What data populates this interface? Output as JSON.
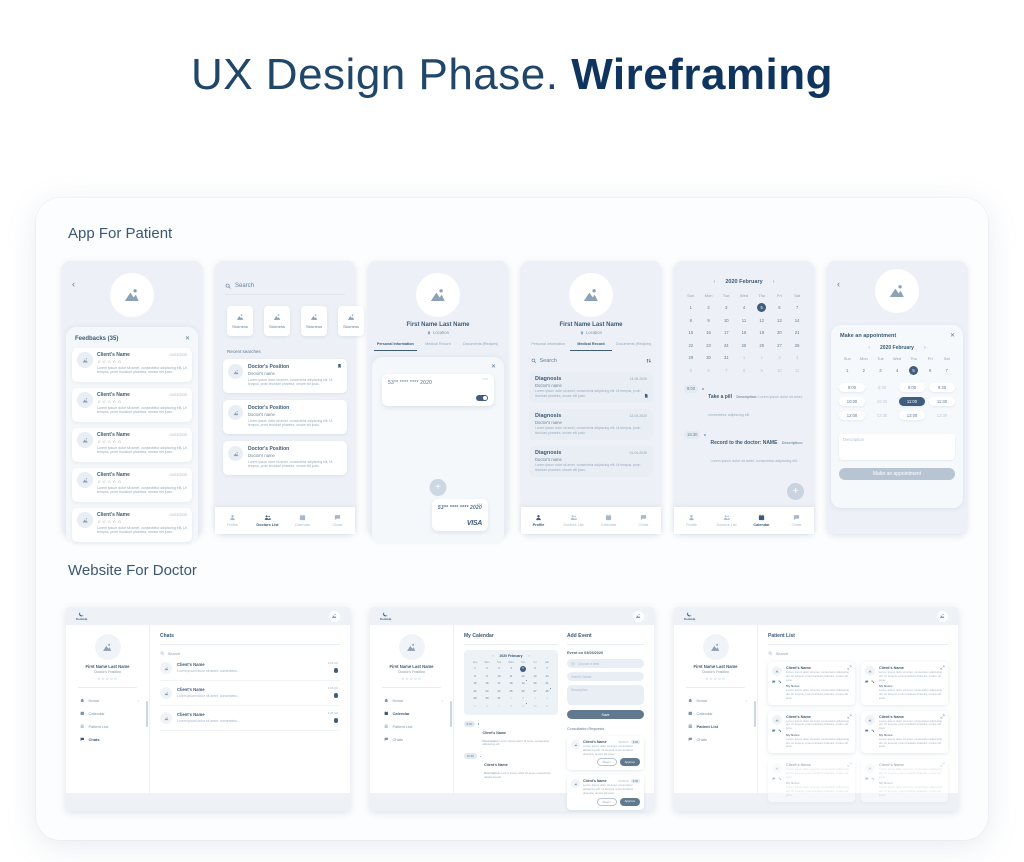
{
  "page": {
    "title_regular": "UX Design Phase.",
    "title_bold": "Wireframing",
    "section_app": "App For Patient",
    "section_web": "Website For Doctor"
  },
  "glyphs": {
    "back": "‹",
    "prev": "‹",
    "next": "›",
    "close": "✕",
    "more": "⋯",
    "plus": "+",
    "chev": "›"
  },
  "common": {
    "search": "Search",
    "stars": "☆☆☆☆☆"
  },
  "phones": {
    "feedbacks": {
      "title": "Feedbacks (35)",
      "items": [
        {
          "name": "Client's Name",
          "date": "01/01/2020",
          "stars": "☆☆☆☆☆",
          "text": "Lorem ipsum dolor sit amet, consectetur adipiscing elit. Ut tempus, proin tincidunt pharetra, ornare elit justo."
        },
        {
          "name": "Client's Name",
          "date": "01/01/2020",
          "stars": "☆☆☆☆☆",
          "text": "Lorem ipsum dolor sit amet, consectetur adipiscing elit. Ut tempus, proin tincidunt pharetra, ornare elit justo."
        },
        {
          "name": "Client's Name",
          "date": "01/01/2020",
          "stars": "☆☆☆☆☆",
          "text": "Lorem ipsum dolor sit amet, consectetur adipiscing elit. Ut tempus, proin tincidunt pharetra, ornare elit justo."
        },
        {
          "name": "Client's Name",
          "date": "01/01/2020",
          "stars": "☆☆☆☆☆",
          "text": "Lorem ipsum dolor sit amet, consectetur adipiscing elit. Ut tempus, proin tincidunt pharetra, ornare elit justo."
        },
        {
          "name": "Client's Name",
          "date": "01/01/2020",
          "stars": "☆☆☆☆☆",
          "text": "Lorem ipsum dolor sit amet, consectetur adipiscing elit. Ut tempus, proin tincidunt pharetra, ornare elit justo."
        }
      ]
    },
    "search": {
      "placeholder": "Search",
      "categories": [
        {
          "label": "Sickness"
        },
        {
          "label": "Sickness"
        },
        {
          "label": "Sickness"
        },
        {
          "label": "Sickness"
        }
      ],
      "recent_label": "Recent searches",
      "results": [
        {
          "position": "Doctor's Position",
          "name": "Doctor's name",
          "text": "Lorem ipsum dolor sit amet, consectetur adipiscing elit. Ut tempus, proin tincidunt pharetra, ornare elit justo.",
          "s": "bm"
        },
        {
          "position": "Doctor's Position",
          "name": "Doctor's name",
          "text": "Lorem ipsum dolor sit amet, consectetur adipiscing elit. Ut tempus, proin tincidunt pharetra, ornare elit justo."
        },
        {
          "position": "Doctor's Position",
          "name": "Doctor's name",
          "text": "Lorem ipsum dolor sit amet, consectetur adipiscing elit. Ut tempus, proin tincidunt pharetra, ornare elit justo."
        }
      ],
      "tabbar": [
        {
          "label": "Profile",
          "icon": "person"
        },
        {
          "label": "Doctors List",
          "icon": "people",
          "s": "on"
        },
        {
          "label": "Calendar",
          "icon": "calendar"
        },
        {
          "label": "Chats",
          "icon": "chat"
        }
      ]
    },
    "payment": {
      "user": "First Name Last Name",
      "location": "Location",
      "tabs": [
        {
          "label": "Personal Information",
          "s": "on"
        },
        {
          "label": "Medical Record"
        },
        {
          "label": "Documents (Recipes)"
        }
      ],
      "cards": [
        {
          "number": "53** **** **** 2020",
          "menu": "⋯",
          "s": "tgl"
        },
        {
          "number": "53** **** **** 2020",
          "menu": "⋯",
          "brand": "VISA",
          "s": "visa"
        }
      ]
    },
    "medical": {
      "user": "First Name Last Name",
      "location": "Location",
      "tabs": [
        {
          "label": "Personal Information"
        },
        {
          "label": "Medical Record",
          "s": "on"
        },
        {
          "label": "Documents (Recipes)"
        }
      ],
      "search_placeholder": "Search",
      "records": [
        {
          "title": "Diagnosis",
          "date": "13.05.2020",
          "doctor": "Doctor's name",
          "text": "Lorem ipsum dolor sit amet, consectetur adipiscing elit. Ut tempus, proin tincidunt pharetra, ornare elit justo.",
          "s": "doc"
        },
        {
          "title": "Diagnosis",
          "date": "12.04.2020",
          "doctor": "Doctor's name",
          "text": "Lorem ipsum dolor sit amet, consectetur adipiscing elit. Ut tempus, proin tincidunt pharetra, ornare elit justo."
        },
        {
          "title": "Diagnosis",
          "date": "01.04.2020",
          "doctor": "Doctor's name",
          "text": "Lorem ipsum dolor sit amet, consectetur adipiscing elit. Ut tempus, proin tincidunt pharetra, ornare elit justo."
        }
      ],
      "tabbar": [
        {
          "label": "Profile",
          "icon": "person",
          "s": "on"
        },
        {
          "label": "Doctors List",
          "icon": "people"
        },
        {
          "label": "Calendar",
          "icon": "calendar"
        },
        {
          "label": "Chats",
          "icon": "chat"
        }
      ]
    },
    "calendar": {
      "month": "2020 February",
      "days": [
        {
          "d": "Sun"
        },
        {
          "d": "Mon"
        },
        {
          "d": "Tue"
        },
        {
          "d": "Wed"
        },
        {
          "d": "Thu"
        },
        {
          "d": "Fri"
        },
        {
          "d": "Sat"
        }
      ],
      "cells": [
        {
          "d": 1
        },
        {
          "d": 2
        },
        {
          "d": 3
        },
        {
          "d": 4
        },
        {
          "d": 5,
          "s": "sel"
        },
        {
          "d": 6
        },
        {
          "d": 7
        },
        {
          "d": 8
        },
        {
          "d": 9
        },
        {
          "d": 10
        },
        {
          "d": 11
        },
        {
          "d": 12
        },
        {
          "d": 13
        },
        {
          "d": 14
        },
        {
          "d": 15
        },
        {
          "d": 16
        },
        {
          "d": 17
        },
        {
          "d": 18
        },
        {
          "d": 19
        },
        {
          "d": 20
        },
        {
          "d": 21
        },
        {
          "d": 22
        },
        {
          "d": 23
        },
        {
          "d": 24
        },
        {
          "d": 25
        },
        {
          "d": 26
        },
        {
          "d": 27
        },
        {
          "d": 28
        },
        {
          "d": 29
        },
        {
          "d": 30
        },
        {
          "d": 31
        },
        {
          "d": 1,
          "s": "mut"
        },
        {
          "d": 2,
          "s": "mut"
        },
        {
          "d": 3,
          "s": "mut"
        },
        {
          "d": 4,
          "s": "mut"
        },
        {
          "d": 5,
          "s": "mut"
        },
        {
          "d": 6,
          "s": "mut"
        },
        {
          "d": 7,
          "s": "mut"
        },
        {
          "d": 8,
          "s": "mut"
        },
        {
          "d": 9,
          "s": "mut"
        },
        {
          "d": 10,
          "s": "mut"
        },
        {
          "d": 11,
          "s": "mut"
        }
      ],
      "events": [
        {
          "time": "8:00",
          "title": "Take a pill",
          "desc_label": "Description:",
          "desc": "Lorem ipsum dolor sit amet, consectetur adipiscing elit."
        },
        {
          "time": "16:30",
          "title": "Record to the doctor: NAME",
          "desc_label": "Description:",
          "desc": "Lorem ipsum dolor sit amet, consectetur adipiscing elit."
        }
      ],
      "tabbar": [
        {
          "label": "Profile",
          "icon": "person"
        },
        {
          "label": "Doctors List",
          "icon": "people"
        },
        {
          "label": "Calendar",
          "icon": "calendar",
          "s": "on"
        },
        {
          "label": "Chats",
          "icon": "chat"
        }
      ]
    },
    "appointment": {
      "title": "Make an appointment",
      "month": "2020 February",
      "days": [
        {
          "d": "Sun"
        },
        {
          "d": "Mon"
        },
        {
          "d": "Tue"
        },
        {
          "d": "Wed"
        },
        {
          "d": "Thu"
        },
        {
          "d": "Fri"
        },
        {
          "d": "Sat"
        }
      ],
      "week": [
        {
          "d": 1
        },
        {
          "d": 2
        },
        {
          "d": 3
        },
        {
          "d": 4
        },
        {
          "d": 5,
          "s": "sel"
        },
        {
          "d": 6
        },
        {
          "d": 7
        }
      ],
      "slots": [
        {
          "t": "8:00"
        },
        {
          "t": "8:30",
          "s": "dis"
        },
        {
          "t": "9:00"
        },
        {
          "t": "9:30"
        },
        {
          "t": "10:00"
        },
        {
          "t": "10:30",
          "s": "dis"
        },
        {
          "t": "11:00",
          "s": "sel"
        },
        {
          "t": "11:30"
        },
        {
          "t": "12:00"
        },
        {
          "t": "12:30",
          "s": "dis"
        },
        {
          "t": "13:00"
        },
        {
          "t": "13:30",
          "s": "dis"
        }
      ],
      "description_placeholder": "Description",
      "submit_label": "Make an appointment"
    }
  },
  "web": {
    "logo": "DocHelp",
    "sidebar": {
      "user": "First Name Last Name",
      "position": "Doctor's Position",
      "stars": "☆☆☆☆☆"
    },
    "chats_site": {
      "menu": [
        {
          "label": "Home",
          "icon": "home",
          "chev": "›"
        },
        {
          "label": "Calendar",
          "icon": "calendar"
        },
        {
          "label": "Patient List",
          "icon": "list"
        },
        {
          "label": "Chats",
          "icon": "chat",
          "s": "on"
        }
      ],
      "title": "Chats",
      "search_placeholder": "Search",
      "chats": [
        {
          "name": "Client's Name",
          "preview": "Lorem ipsum dolor sit amet, consectetur...",
          "time": "9:28 AM"
        },
        {
          "name": "Client's Name",
          "preview": "Lorem ipsum dolor sit amet, consectetur...",
          "time": "9:28 AM"
        },
        {
          "name": "Client's Name",
          "preview": "Lorem ipsum dolor sit amet, consectetur...",
          "time": "9:28 AM"
        }
      ]
    },
    "calendar_site": {
      "menu": [
        {
          "label": "Home",
          "icon": "home",
          "chev": "›"
        },
        {
          "label": "Calendar",
          "icon": "calendar",
          "s": "on"
        },
        {
          "label": "Patient List",
          "icon": "list"
        },
        {
          "label": "Chats",
          "icon": "chat"
        }
      ],
      "title": "My Calendar",
      "month": "2020 February",
      "days": [
        {
          "d": "Sun"
        },
        {
          "d": "Mon"
        },
        {
          "d": "Tue"
        },
        {
          "d": "Wed"
        },
        {
          "d": "Thu"
        },
        {
          "d": "Fri"
        },
        {
          "d": "Sat"
        }
      ],
      "cells": [
        {
          "d": 1
        },
        {
          "d": 2
        },
        {
          "d": 3
        },
        {
          "d": 4
        },
        {
          "d": 5,
          "s": "sel"
        },
        {
          "d": 6
        },
        {
          "d": 7
        },
        {
          "d": 8
        },
        {
          "d": 9
        },
        {
          "d": 10
        },
        {
          "d": 11
        },
        {
          "d": 12
        },
        {
          "d": 13
        },
        {
          "d": 14
        },
        {
          "d": 15
        },
        {
          "d": 16
        },
        {
          "d": 17
        },
        {
          "d": 18
        },
        {
          "d": 19,
          "s": "dot"
        },
        {
          "d": 20
        },
        {
          "d": 21
        },
        {
          "d": 22
        },
        {
          "d": 23
        },
        {
          "d": 24
        },
        {
          "d": 25
        },
        {
          "d": 26
        },
        {
          "d": 27
        },
        {
          "d": 28,
          "s": "dot"
        },
        {
          "d": 29
        },
        {
          "d": 30
        },
        {
          "d": 31
        },
        {
          "d": 1,
          "s": "mut"
        },
        {
          "d": 2,
          "s": "mut"
        },
        {
          "d": 3,
          "s": "mut"
        },
        {
          "d": 4,
          "s": "mut"
        },
        {
          "d": 5,
          "s": "mut"
        },
        {
          "d": 6,
          "s": "mut"
        },
        {
          "d": 7,
          "s": "mut"
        },
        {
          "d": 8,
          "s": "mut"
        },
        {
          "d": 9,
          "s": "mut dot"
        },
        {
          "d": 10,
          "s": "mut"
        },
        {
          "d": 11,
          "s": "mut"
        }
      ],
      "events": [
        {
          "time": "8:00",
          "name": "Client's Name",
          "desc_label": "Description:",
          "desc": "Lorem ipsum dolor sit amet, consectetur adipiscing elit."
        },
        {
          "time": "16:30",
          "name": "Client's Name",
          "desc_label": "Description:",
          "desc": "Lorem ipsum dolor sit amet, consectetur adipiscing elit."
        }
      ],
      "add_event": {
        "title": "Add Event",
        "event_on": "Event on 03/05/2020",
        "time_placeholder": "Choose a time",
        "name_placeholder": "Client's Name",
        "desc_placeholder": "Description",
        "save_label": "Save",
        "requests_title": "Consultation Requests",
        "requests": [
          {
            "name": "Client's Name",
            "date": "02/05/20",
            "time": "9:00",
            "text": "Lorem ipsum dolor sit amet, consectetur adipiscing elit. Ut tempus, proin tincidunt pharetra, ornare elit justo.",
            "reject_label": "Reject",
            "approve_label": "Approve"
          },
          {
            "name": "Client's Name",
            "date": "02/05/20",
            "time": "9:00",
            "text": "Lorem ipsum dolor sit amet, consectetur adipiscing elit. Ut tempus, proin tincidunt pharetra, ornare elit justo.",
            "reject_label": "Reject",
            "approve_label": "Approve"
          }
        ]
      }
    },
    "patients_site": {
      "menu": [
        {
          "label": "Home",
          "icon": "home",
          "chev": "›"
        },
        {
          "label": "Calendar",
          "icon": "calendar"
        },
        {
          "label": "Patient List",
          "icon": "list",
          "s": "on"
        },
        {
          "label": "Chats",
          "icon": "chat"
        }
      ],
      "title": "Patient List",
      "search_placeholder": "Search",
      "patients": [
        {
          "name": "Client's Name",
          "text": "Lorem ipsum dolor sit amet, consectetur adipiscing elit. Ut tempus, proin tincidunt pharetra, ornare elit justo.",
          "notes_label": "My Notes:",
          "notes": "Lorem ipsum dolor sit amet, consectetur adipiscing elit. Ut tempus, proin tincidunt pharetra, ornare elit justo."
        },
        {
          "name": "Client's Name",
          "text": "Lorem ipsum dolor sit amet, consectetur adipiscing elit. Ut tempus, proin tincidunt pharetra, ornare elit justo.",
          "notes_label": "My Notes:",
          "notes": "Lorem ipsum dolor sit amet, consectetur adipiscing elit. Ut tempus, proin tincidunt pharetra, ornare elit justo."
        },
        {
          "name": "Client's Name",
          "text": "Lorem ipsum dolor sit amet, consectetur adipiscing elit. Ut tempus, proin tincidunt pharetra, ornare elit justo.",
          "notes_label": "My Notes:",
          "notes": "Lorem ipsum dolor sit amet, consectetur adipiscing elit. Ut tempus, proin tincidunt pharetra, ornare elit justo."
        },
        {
          "name": "Client's Name",
          "text": "Lorem ipsum dolor sit amet, consectetur adipiscing elit. Ut tempus, proin tincidunt pharetra, ornare elit justo.",
          "notes_label": "My Notes:",
          "notes": "Lorem ipsum dolor sit amet, consectetur adipiscing elit. Ut tempus, proin tincidunt pharetra, ornare elit justo."
        },
        {
          "name": "Client's Name",
          "text": "Lorem ipsum dolor sit amet, consectetur adipiscing elit. Ut tempus, proin tincidunt pharetra, ornare elit justo.",
          "notes_label": "My Notes:",
          "notes": "Lorem ipsum dolor sit amet, consectetur adipiscing elit. Ut tempus, proin tincidunt pharetra, ornare elit justo.",
          "s": "fade"
        },
        {
          "name": "Client's Name",
          "text": "Lorem ipsum dolor sit amet, consectetur adipiscing elit. Ut tempus, proin tincidunt pharetra, ornare elit justo.",
          "notes_label": "My Notes:",
          "notes": "Lorem ipsum dolor sit amet, consectetur adipiscing elit. Ut tempus, proin tincidunt pharetra, ornare elit justo.",
          "s": "fade"
        }
      ]
    }
  }
}
